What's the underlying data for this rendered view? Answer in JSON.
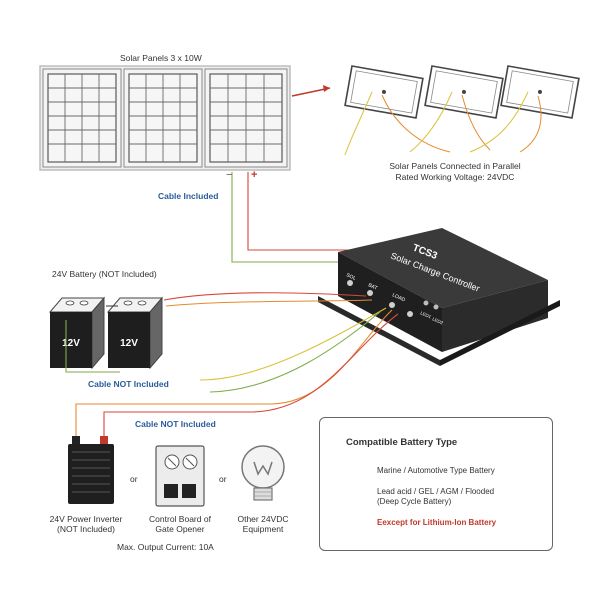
{
  "labels": {
    "solar_panels": "Solar Panels 3 x 10W",
    "parallel_line1": "Solar Panels Connected in Parallel",
    "parallel_line2": "Rated Working Voltage: 24VDC",
    "cable_included": "Cable Included",
    "battery": "24V Battery (NOT Included)",
    "cable_not_included_1": "Cable NOT Included",
    "cable_not_included_2": "Cable NOT Included",
    "inverter_line1": "24V Power Inverter",
    "inverter_line2": "(NOT Included)",
    "gate_line1": "Control Board of",
    "gate_line2": "Gate Opener",
    "other_line1": "Other 24VDC",
    "other_line2": "Equipment",
    "or_1": "or",
    "or_2": "or",
    "max_current": "Max. Output Current: 10A",
    "minus": "−",
    "plus": "+"
  },
  "controller": {
    "model": "TCS3",
    "name": "Solar Charge Controller",
    "port_sol": "SOL",
    "port_bat": "BAT",
    "port_load": "LOAD",
    "led1": "LED1",
    "led2": "LED2"
  },
  "batteries": [
    {
      "voltage": "12V"
    },
    {
      "voltage": "12V"
    }
  ],
  "compatible": {
    "title": "Compatible Battery Type",
    "row1": "Marine / Automotive Type Battery",
    "row2_line1": "Lead acid / GEL / AGM / Flooded",
    "row2_line2": "(Deep Cycle Battery)",
    "row3": "Eexcept for Lithium-Ion Battery"
  },
  "colors": {
    "accent_blue": "#2a5d9c",
    "warning_red": "#c0392b",
    "wire_red": "#d9473b",
    "wire_orange": "#e58b2e",
    "wire_yellow": "#d9c23b",
    "wire_green": "#7fae4a"
  }
}
